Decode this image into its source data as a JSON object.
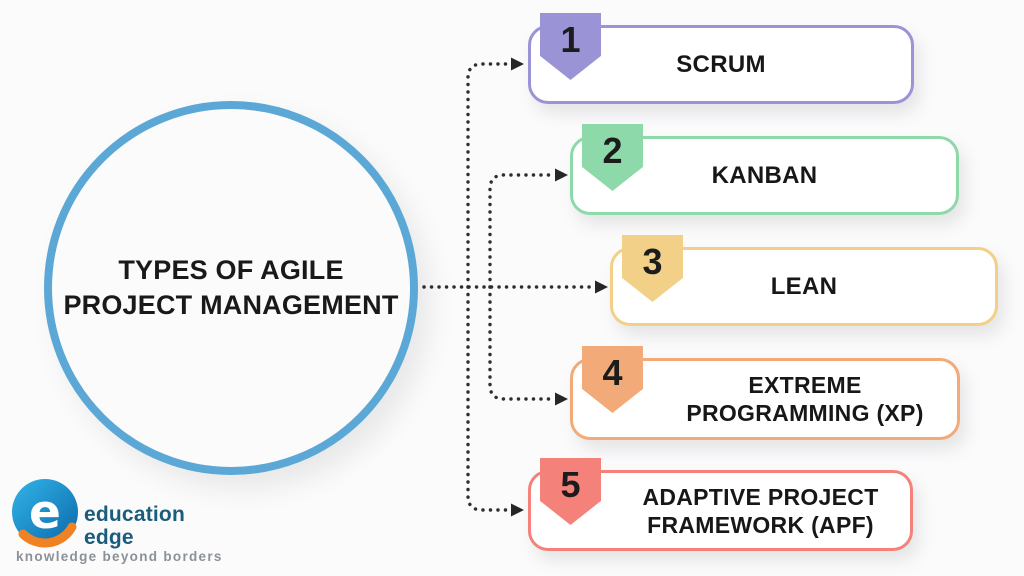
{
  "background": "#fbfbfc",
  "title": {
    "line1": "TYPES OF AGILE",
    "line2": "PROJECT MANAGEMENT",
    "circle_border_color": "#5ba7d6"
  },
  "connector": {
    "dot_color": "#2e2e2e",
    "arrow_color": "#262626"
  },
  "items": [
    {
      "number": "1",
      "label_lines": [
        "SCRUM"
      ],
      "color": "#9a94d6"
    },
    {
      "number": "2",
      "label_lines": [
        "KANBAN"
      ],
      "color": "#8ed9a9"
    },
    {
      "number": "3",
      "label_lines": [
        "LEAN"
      ],
      "color": "#f2d087"
    },
    {
      "number": "4",
      "label_lines": [
        "EXTREME",
        "PROGRAMMING (XP)"
      ],
      "color": "#f2aa78"
    },
    {
      "number": "5",
      "label_lines": [
        "ADAPTIVE PROJECT",
        "FRAMEWORK (APF)"
      ],
      "color": "#f4827a"
    }
  ],
  "logo": {
    "name_line1": "education",
    "name_line2": "edge",
    "tagline": "knowledge beyond borders",
    "name_color": "#1a5c7c",
    "tagline_color": "#8b9196",
    "swirl_blue_light": "#33b5e8",
    "swirl_blue_dark": "#0a67a9",
    "swoosh_orange": "#f08223"
  }
}
